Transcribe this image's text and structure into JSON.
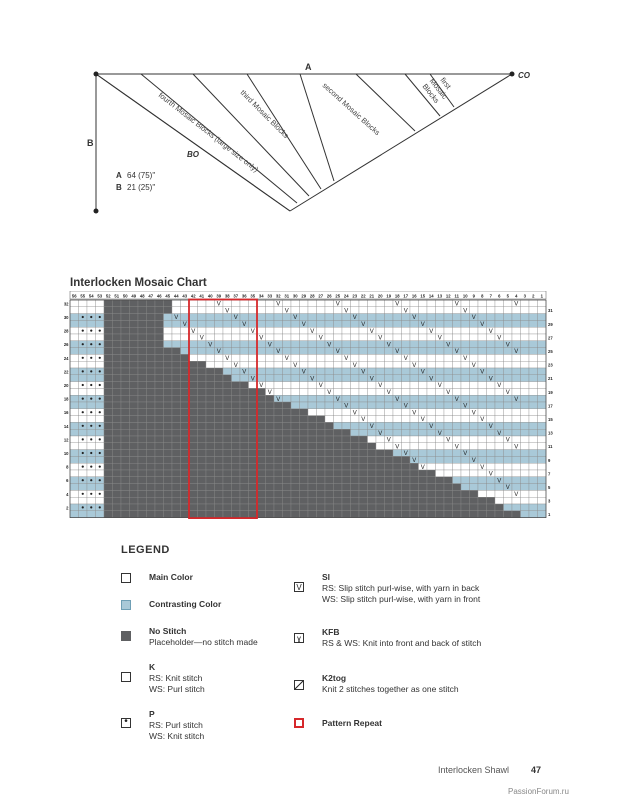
{
  "schematic": {
    "label_a": "A",
    "label_b": "B",
    "label_co": "CO",
    "label_bo": "BO",
    "blocks": {
      "first": [
        "first",
        "Mosaic",
        "Blocks"
      ],
      "second": "second Mosaic Blocks",
      "third": "third Mosaic Blocks",
      "fourth": "fourth Mosaic Blocks (large size only)"
    },
    "dimensions": [
      {
        "letter": "A",
        "value": "64 (75)\""
      },
      {
        "letter": "B",
        "value": "21 (25)\""
      }
    ]
  },
  "chart": {
    "title": "Interlocken Mosaic Chart",
    "stitch_count": 56,
    "row_count": 32,
    "repeat": {
      "from_stitch": 35,
      "to_stitch": 42
    },
    "colors": {
      "main": "#ffffff",
      "contrast": "#a9c9d8",
      "no_stitch": "#5f6062",
      "repeat": "#d6282b",
      "grid": "#8c8c8c"
    }
  },
  "legend": {
    "title": "LEGEND",
    "items": [
      {
        "id": "main",
        "icon": "main-color-swatch",
        "name": "Main Color",
        "lines": []
      },
      {
        "id": "contrast",
        "icon": "contrasting-color-swatch",
        "name": "Contrasting Color",
        "lines": []
      },
      {
        "id": "nostitch",
        "icon": "no-stitch-swatch",
        "name": "No Stitch",
        "lines": [
          "Placeholder—no stitch made"
        ]
      },
      {
        "id": "k",
        "icon": "knit-symbol",
        "name": "K",
        "lines": [
          "RS: Knit stitch",
          "WS: Purl stitch"
        ]
      },
      {
        "id": "p",
        "icon": "purl-symbol",
        "name": "P",
        "lines": [
          "RS: Purl stitch",
          "WS: Knit stitch"
        ]
      },
      {
        "id": "sl",
        "icon": "slip-symbol",
        "name": "Sl",
        "lines": [
          "RS: Slip stitch purl-wise, with yarn in back",
          "WS: Slip stitch purl-wise, with yarn in front"
        ]
      },
      {
        "id": "kfb",
        "icon": "kfb-symbol",
        "name": "KFB",
        "lines": [
          "RS & WS: Knit into front and back of stitch"
        ]
      },
      {
        "id": "k2tog",
        "icon": "k2tog-symbol",
        "name": "K2tog",
        "lines": [
          "Knit 2 stitches together as one stitch"
        ]
      },
      {
        "id": "repeat",
        "icon": "pattern-repeat-symbol",
        "name": "Pattern Repeat",
        "lines": []
      }
    ]
  },
  "footer": {
    "title": "Interlocken Shawl",
    "page": "47"
  },
  "watermark": "PassionForum.ru"
}
